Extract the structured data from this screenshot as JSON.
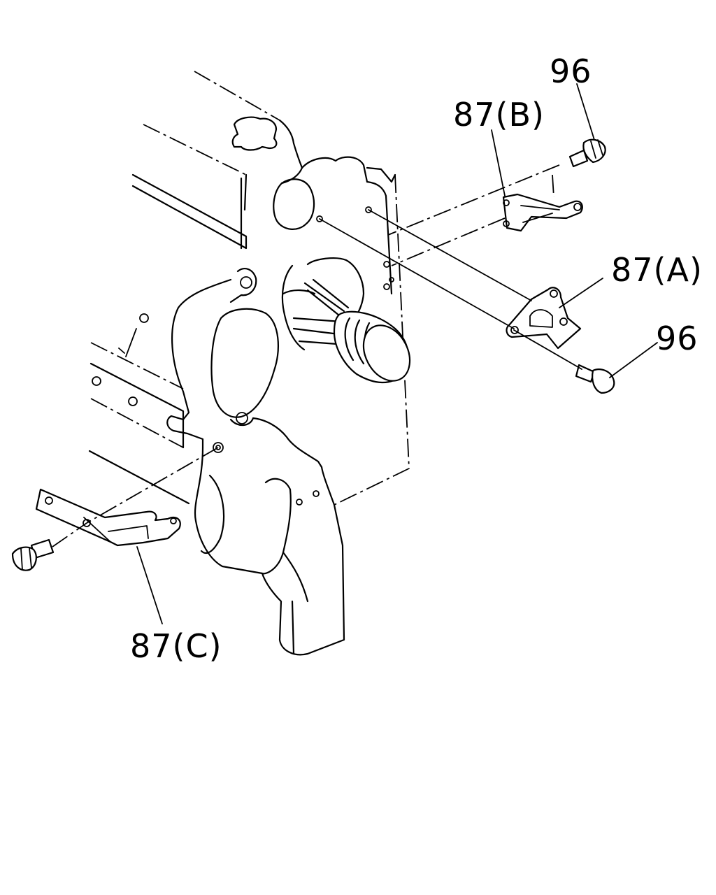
{
  "callouts": {
    "bolt_upper": "96",
    "bracket_b": "87(B)",
    "bracket_a": "87(A)",
    "bolt_lower": "96",
    "bracket_c": "87(C)"
  }
}
